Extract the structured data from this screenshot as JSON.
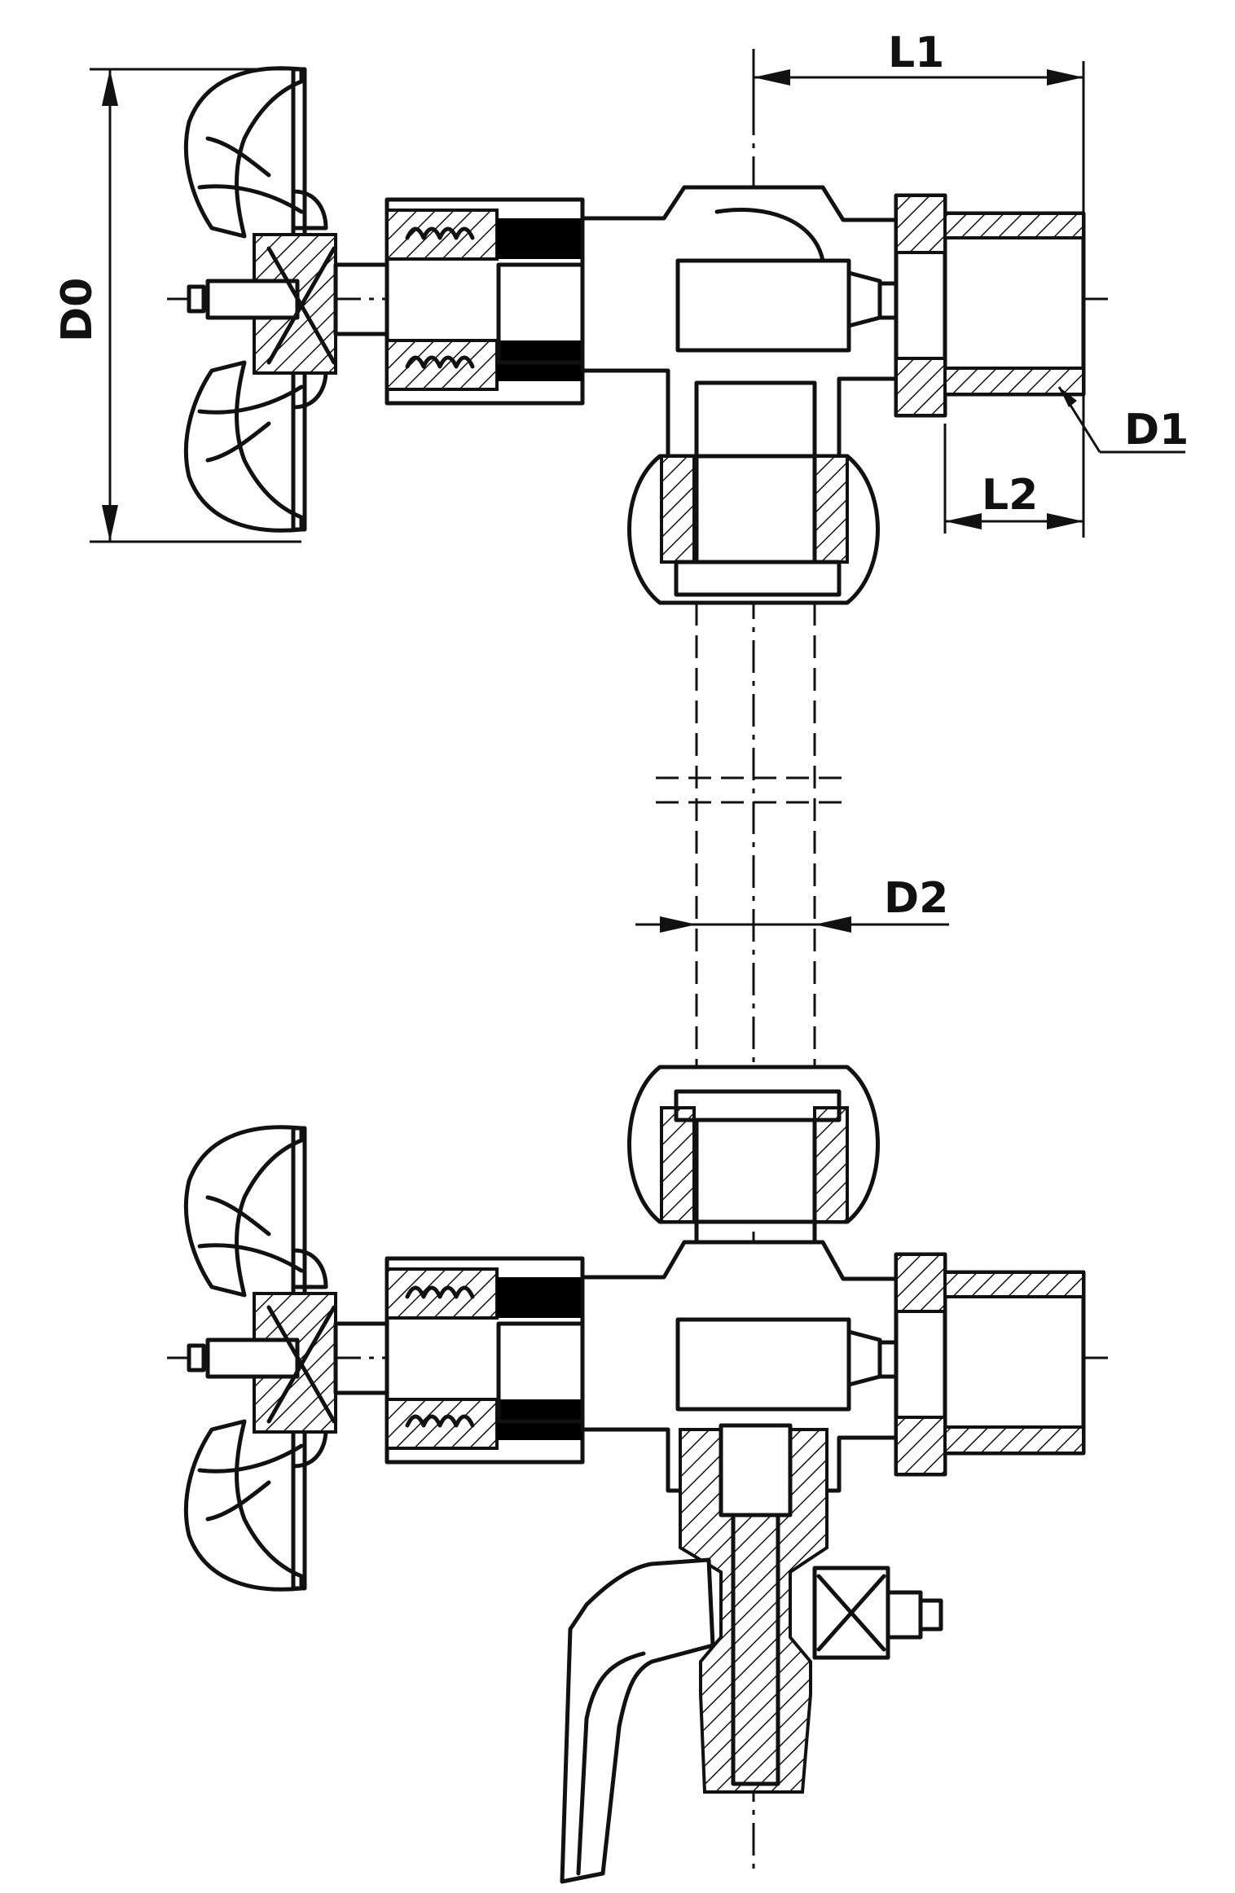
{
  "dimensions": {
    "d0": "D0",
    "l1": "L1",
    "l2": "L2",
    "d1": "D1",
    "d2": "D2"
  }
}
